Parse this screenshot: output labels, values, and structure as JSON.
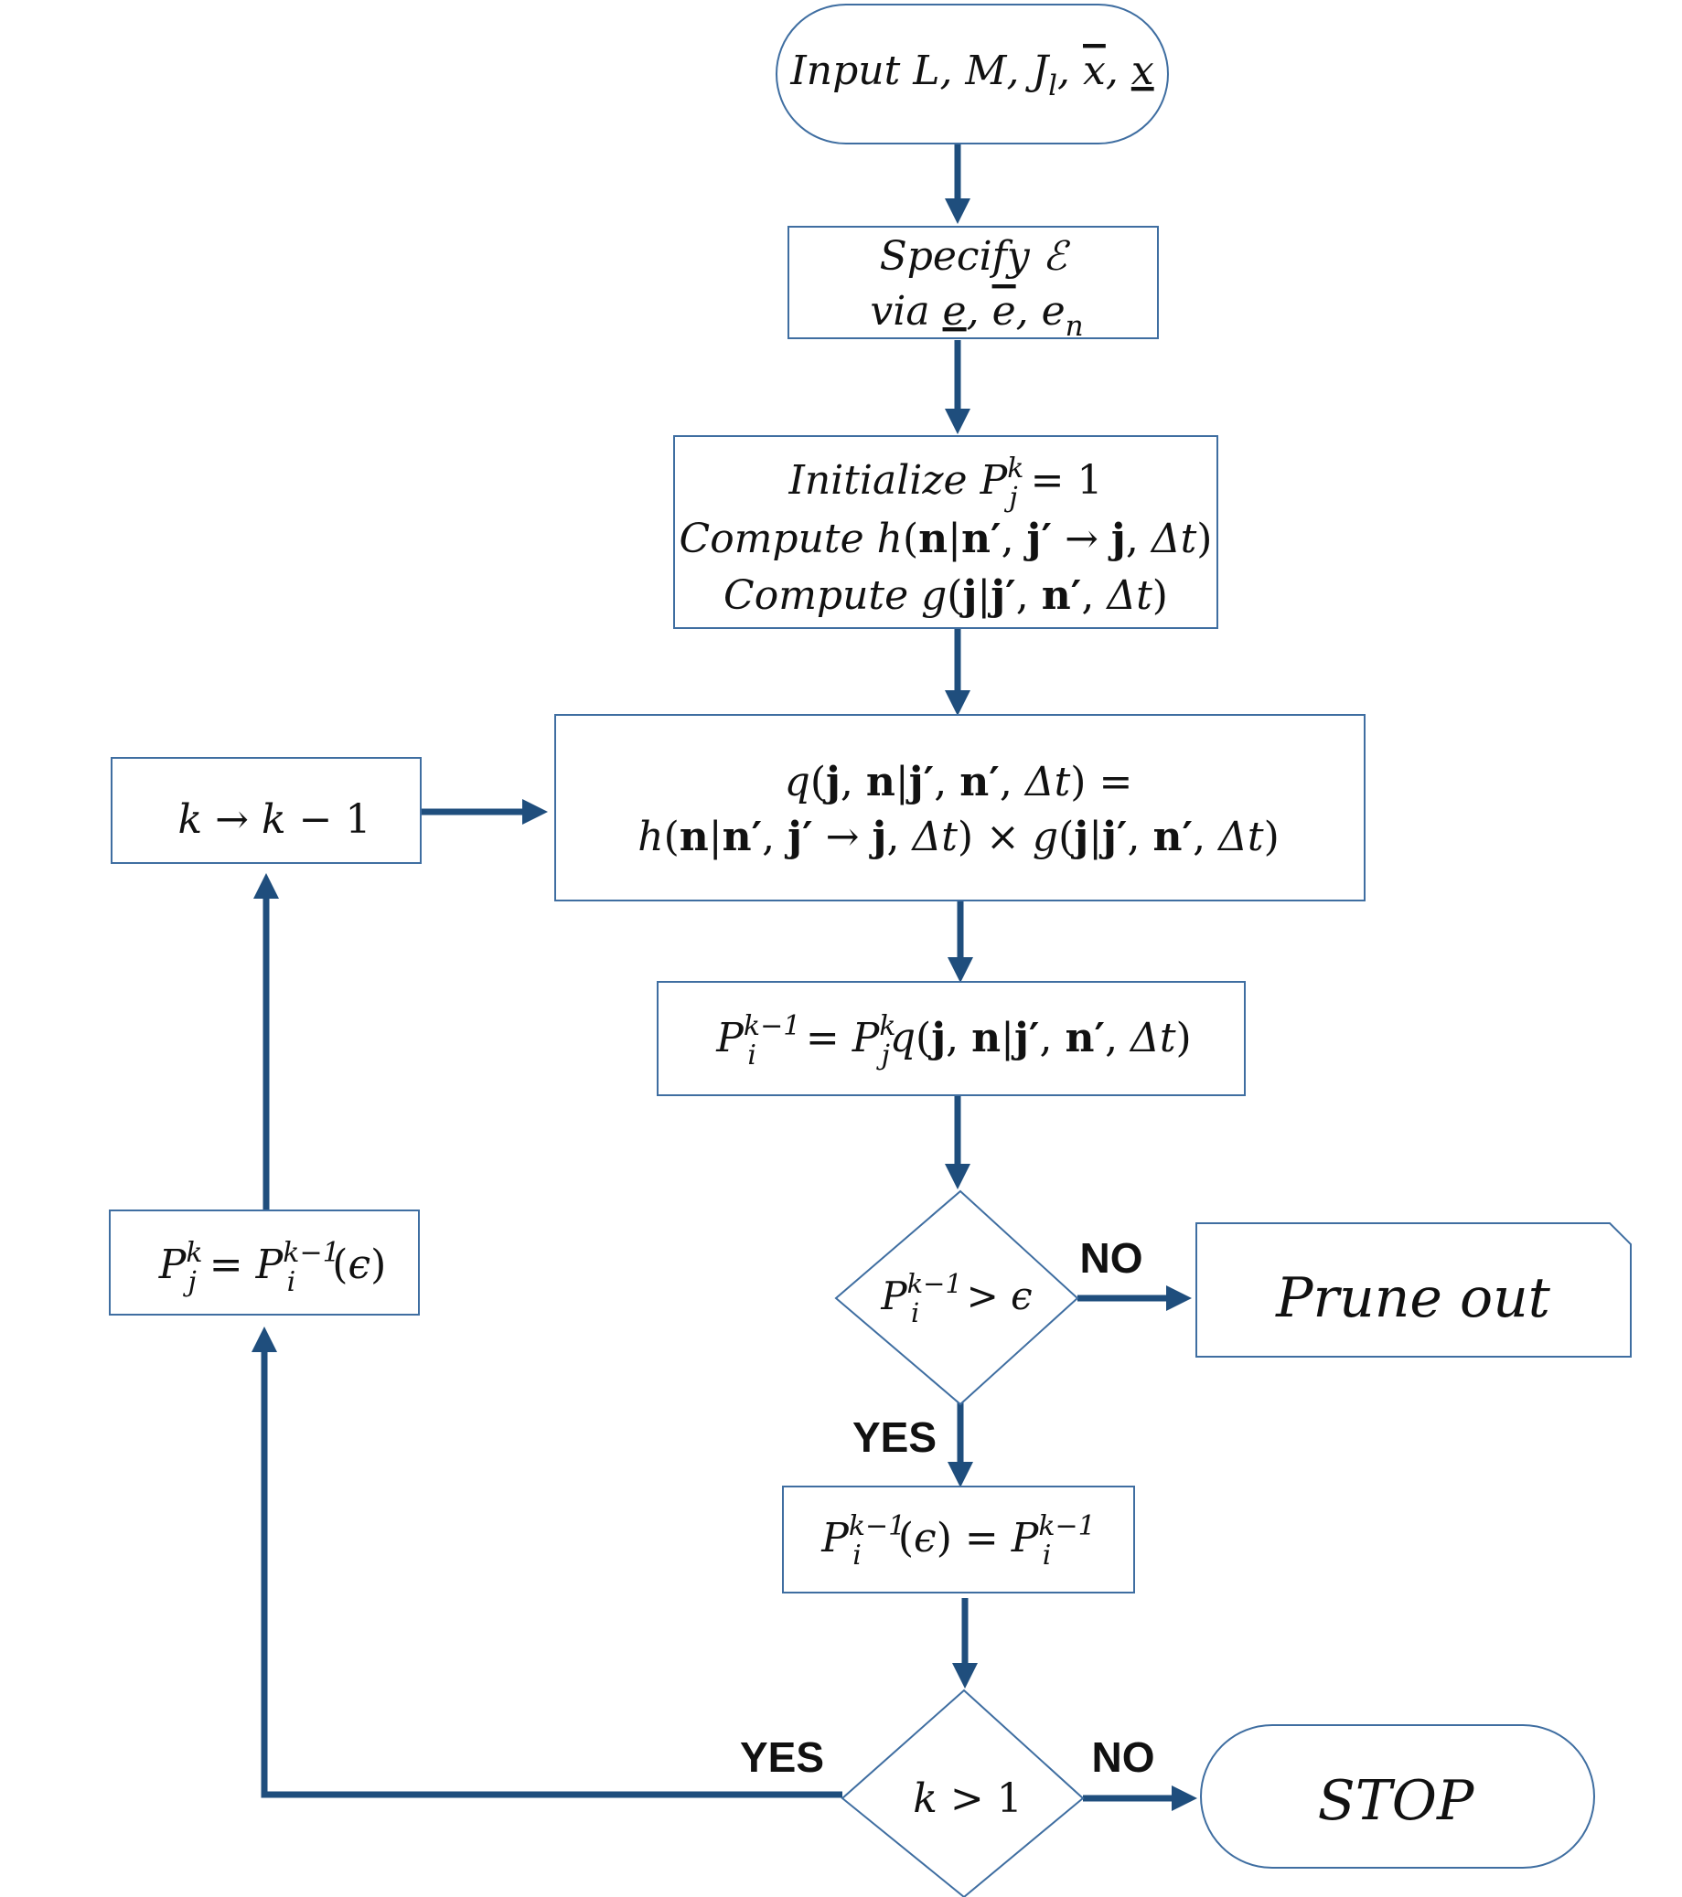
{
  "colors": {
    "box_border": "#3f6ea1",
    "arrow": "#1f4e7d",
    "text": "#111111",
    "background": "#ffffff"
  },
  "labels": {
    "no_prune": "NO",
    "yes_continue": "YES",
    "yes_loop": "YES",
    "no_stop": "NO"
  },
  "nodes": {
    "input": "Input L, M, J_l, x̄, x̲",
    "specify_line1": "Specify ℰ",
    "specify_line2": "via e̲, ē, e_n",
    "init_line1": "Initialize P_j^k = 1",
    "init_line2": "Compute h(n|n′, j′ → j, Δt)",
    "init_line3": "Compute g(j|j′, n′, Δt)",
    "q_line1": "q(j, n|j′, n′, Δt) =",
    "q_line2": "h(n|n′, j′ → j, Δt) × g(j|j′, n′, Δt)",
    "update": "P_i^{k−1} = P_j^k q(j, n|j′, n′, Δt)",
    "decision_threshold": "P_i^{k−1} > ϵ",
    "prune": "Prune out",
    "assign_eps": "P_i^{k−1}(ϵ) = P_i^{k−1}",
    "decision_k": "k > 1",
    "stop": "STOP",
    "decrement": "k → k − 1",
    "reassign": "P_j^k = P_i^{k−1}(ϵ)"
  }
}
